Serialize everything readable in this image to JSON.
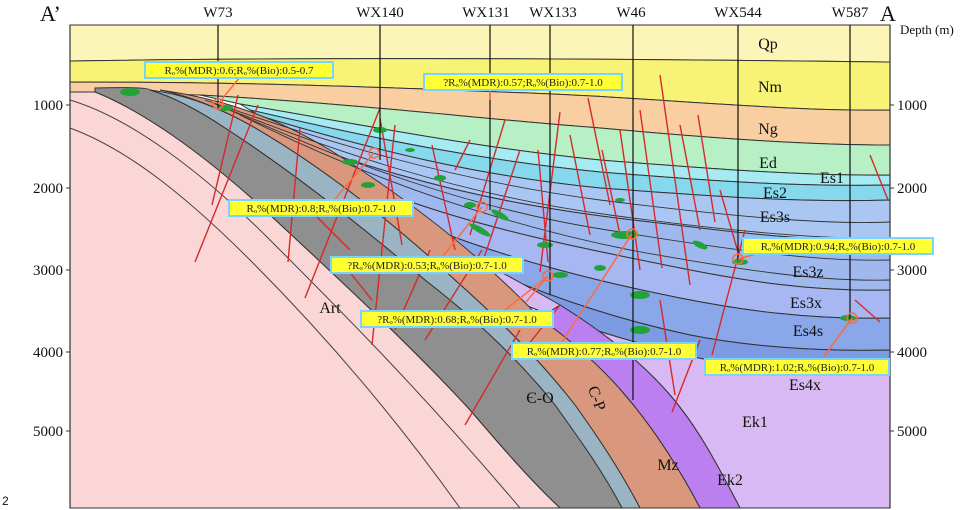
{
  "figure_number": "2",
  "profile": {
    "start_label": "A’",
    "end_label": "A"
  },
  "depth_axis": {
    "title": "Depth (m)",
    "left_ticks": [
      "1000",
      "2000",
      "3000",
      "4000",
      "5000"
    ],
    "right_ticks": [
      "1000",
      "2000",
      "3000",
      "4000",
      "5000"
    ]
  },
  "wells": [
    "W73",
    "WX140",
    "WX131",
    "WX133",
    "W46",
    "WX544",
    "W587"
  ],
  "units": [
    "Qp",
    "Nm",
    "Ng",
    "Ed",
    "Es1",
    "Es2",
    "Es3s",
    "Es3z",
    "Es3x",
    "Es4s",
    "Es4x",
    "Ek1",
    "Ek2",
    "Mz",
    "C-P",
    "Є-O",
    "Art"
  ],
  "annotations": [
    "Rₒ%(MDR):0.6;Rₒ%(Bio):0.5-0.7",
    "?Rₒ%(MDR):0.57;Rₒ%(Bio):0.7-1.0",
    "Rₒ%(MDR):0.8;Rₒ%(Bio):0.7-1.0",
    "?Rₒ%(MDR):0.53;Rₒ%(Bio):0.7-1.0",
    "?Rₒ%(MDR):0.68;Rₒ%(Bio):0.7-1.0",
    "Rₒ%(MDR):0.77;Rₒ%(Bio):0.7-1.0",
    "Rₒ%(MDR):0.94;Rₒ%(Bio):0.7-1.0",
    "Rₒ%(MDR):1.02;Rₒ%(Bio):0.7-1.0"
  ],
  "colors": {
    "Qp": "#fbf5b8",
    "Nm": "#f8f276",
    "Ng": "#f9cfa2",
    "Ed": "#b6f0c4",
    "Es1": "#a6ebf1",
    "Es2": "#86d8ec",
    "Es3s": "#a9c7f2",
    "Es3z": "#9fb8ee",
    "Es3x": "#a7b7f2",
    "Es4s": "#8aa7ea",
    "Es4x": "#7d9be3",
    "Ek1": "#d9b9f3",
    "Ek2": "#bb7ff0",
    "Mz": "#d9987e",
    "CP": "#9ab4c4",
    "EO": "#8f8f8f",
    "Art": "#fbd6d6",
    "fault": "#d42a2a",
    "oil": "#22a33a",
    "label_fill": "#ffff33",
    "label_border": "#7ad3ff"
  }
}
